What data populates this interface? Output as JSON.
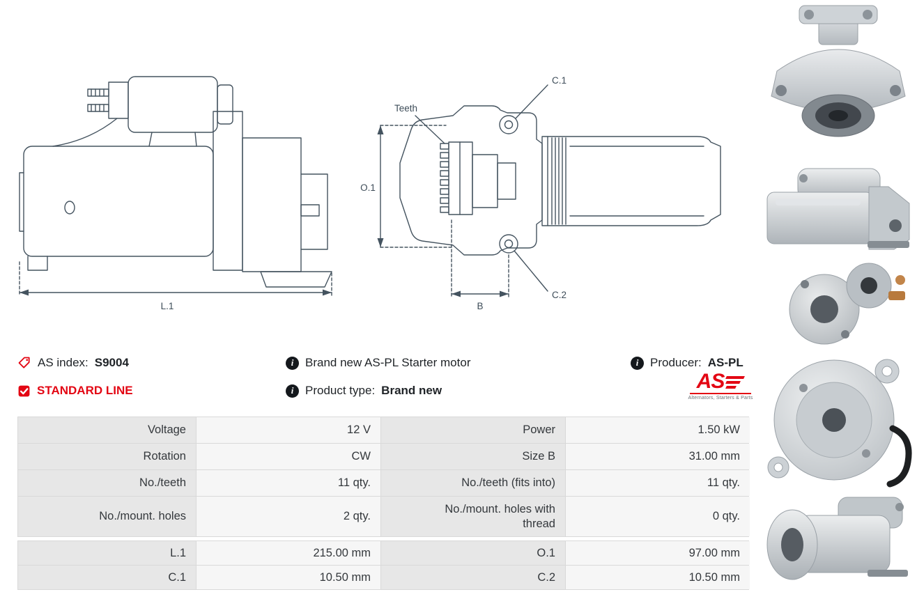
{
  "colors": {
    "accent_red": "#e30613",
    "diagram_line": "#44535f",
    "table_label_bg": "#e7e7e7",
    "table_value_bg": "#f6f6f6"
  },
  "icons": {
    "info": "i"
  },
  "diagram": {
    "side_view": {
      "length_label": "L.1"
    },
    "front_view": {
      "teeth_label": "Teeth",
      "c1_label": "C.1",
      "c2_label": "C.2",
      "o1_label": "O.1",
      "b_label": "B"
    }
  },
  "info": {
    "as_index": {
      "label": "AS index:",
      "value": "S9004"
    },
    "standard_line": "STANDARD LINE",
    "description": "Brand new AS-PL Starter motor",
    "product_type": {
      "label": "Product type:",
      "value": "Brand new"
    },
    "producer": {
      "label": "Producer:",
      "value": "AS-PL"
    },
    "logo": {
      "text": "AS",
      "tagline": "Alternators, Starters & Parts"
    }
  },
  "spec_table": {
    "rows": [
      {
        "label1": "Voltage",
        "value1": "12 V",
        "label2": "Power",
        "value2": "1.50 kW"
      },
      {
        "label1": "Rotation",
        "value1": "CW",
        "label2": "Size B",
        "value2": "31.00 mm"
      },
      {
        "label1": "No./teeth",
        "value1": "11 qty.",
        "label2": "No./teeth (fits into)",
        "value2": "11 qty."
      },
      {
        "label1": "No./mount. holes",
        "value1": "2 qty.",
        "label2": "No./mount. holes with thread",
        "value2": "0 qty."
      },
      {
        "label1": "L.1",
        "value1": "215.00 mm",
        "label2": "O.1",
        "value2": "97.00 mm"
      },
      {
        "label1": "C.1",
        "value1": "10.50 mm",
        "label2": "C.2",
        "value2": "10.50 mm"
      }
    ]
  }
}
